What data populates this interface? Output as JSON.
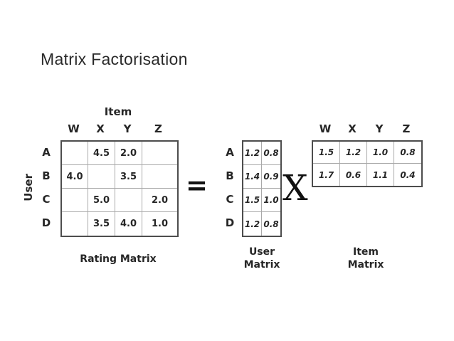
{
  "title": "Matrix Factorisation",
  "operators": {
    "equals": "=",
    "multiply": "X"
  },
  "colors": {
    "text": "#262626",
    "grid_outer_border": "#4d4d4d",
    "grid_inner_lines": "#a9a9a9",
    "background": "#ffffff"
  },
  "rating_matrix": {
    "caption": "Rating Matrix",
    "top_axis_label": "Item",
    "left_axis_label": "User",
    "col_headers": [
      "W",
      "X",
      "Y",
      "Z"
    ],
    "row_headers": [
      "A",
      "B",
      "C",
      "D"
    ],
    "cells": [
      [
        "",
        "4.5",
        "2.0",
        ""
      ],
      [
        "4.0",
        "",
        "3.5",
        ""
      ],
      [
        "",
        "5.0",
        "",
        "2.0"
      ],
      [
        "",
        "3.5",
        "4.0",
        "1.0"
      ]
    ]
  },
  "user_matrix": {
    "caption_lines": [
      "User",
      "Matrix"
    ],
    "row_headers": [
      "A",
      "B",
      "C",
      "D"
    ],
    "cells": [
      [
        "1.2",
        "0.8"
      ],
      [
        "1.4",
        "0.9"
      ],
      [
        "1.5",
        "1.0"
      ],
      [
        "1.2",
        "0.8"
      ]
    ]
  },
  "item_matrix": {
    "caption_lines": [
      "Item",
      "Matrix"
    ],
    "col_headers": [
      "W",
      "X",
      "Y",
      "Z"
    ],
    "cells": [
      [
        "1.5",
        "1.2",
        "1.0",
        "0.8"
      ],
      [
        "1.7",
        "0.6",
        "1.1",
        "0.4"
      ]
    ]
  }
}
